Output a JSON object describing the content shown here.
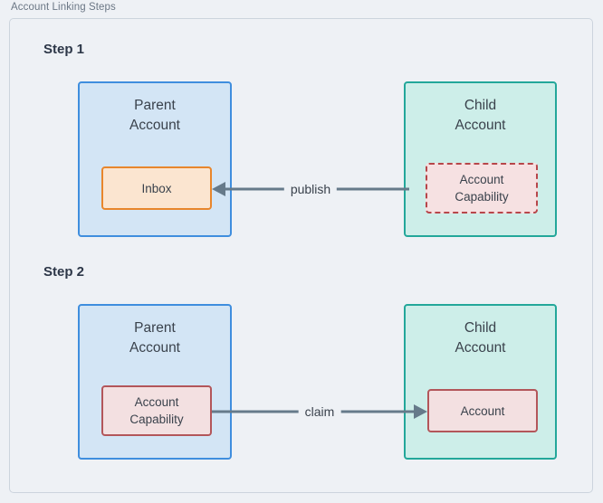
{
  "frame": {
    "title": "Account Linking Steps"
  },
  "steps": [
    {
      "label": "Step 1",
      "parent": {
        "title": "Parent\nAccount",
        "chip": "Inbox"
      },
      "child": {
        "title": "Child\nAccount",
        "chip": "Account\nCapability"
      },
      "arrow": {
        "label": "publish",
        "direction": "left",
        "from": "child",
        "to": "parent"
      }
    },
    {
      "label": "Step 2",
      "parent": {
        "title": "Parent\nAccount",
        "chip": "Account\nCapability"
      },
      "child": {
        "title": "Child\nAccount",
        "chip": "Account"
      },
      "arrow": {
        "label": "claim",
        "direction": "right",
        "from": "parent",
        "to": "child"
      }
    }
  ],
  "colors": {
    "background": "#eef1f5",
    "frame_border": "#ccd4dd",
    "parent_fill": "#d3e5f5",
    "parent_border": "#3f8ede",
    "child_fill": "#cdeee9",
    "child_border": "#23a79a",
    "inbox_fill": "#fbe5d0",
    "inbox_border": "#e8862c",
    "capability_fill": "#f6e1e2",
    "capability_border": "#b7464a",
    "arrow": "#667a8a",
    "text": "#3a424c",
    "step_text": "#2d3748",
    "title_text": "#6b7785"
  }
}
